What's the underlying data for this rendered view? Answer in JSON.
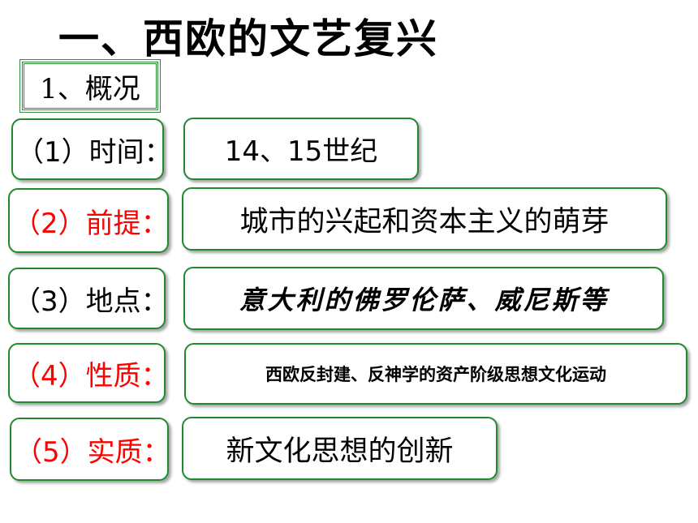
{
  "title": "一、西欧的文艺复兴",
  "section": "1、概况",
  "items": [
    {
      "label": "（1）时间：",
      "content": "14、15世纪"
    },
    {
      "label": "（2）前提：",
      "content": "城市的兴起和资本主义的萌芽"
    },
    {
      "label": "（3）地点：",
      "content": "意大利的佛罗伦萨、威尼斯等"
    },
    {
      "label": "（4）性质：",
      "content": "西欧反封建、反神学的资产阶级思想文化运动"
    },
    {
      "label": "（5）实质：",
      "content": "新文化思想的创新"
    }
  ],
  "colors": {
    "border": "#1f8a2e",
    "label_black": "#000000",
    "label_red": "#ff0000"
  }
}
